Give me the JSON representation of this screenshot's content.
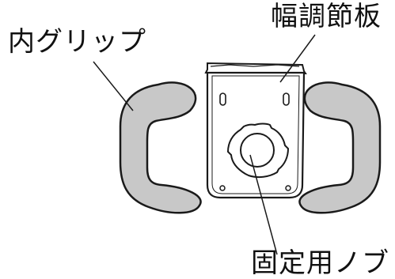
{
  "labels": {
    "inner_grip": "内グリップ",
    "width_plate": "幅調節板",
    "fixing_knob": "固定用ノブ"
  },
  "colors": {
    "grip_fill": "#c8c8c8",
    "stroke": "#1a1a1a",
    "plate_fill": "#ffffff",
    "background": "#ffffff"
  }
}
